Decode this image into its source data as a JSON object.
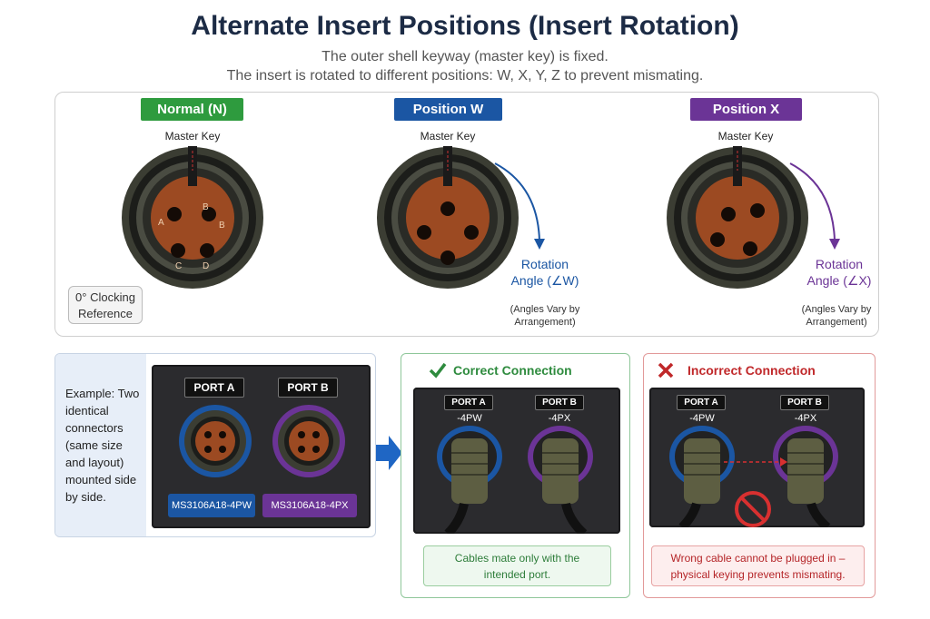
{
  "header": {
    "title": "Alternate Insert Positions (Insert Rotation)",
    "subtitle_1": "The outer shell keyway (master key) is fixed.",
    "subtitle_2": "The insert is rotated to different positions: W, X, Y, Z to prevent mismating."
  },
  "positions": [
    {
      "badge": "Normal (N)",
      "master_key": "Master Key",
      "color": "#2e9b3e",
      "pins": [
        "A",
        "B",
        "C",
        "D"
      ]
    },
    {
      "badge": "Position W",
      "master_key": "Master Key",
      "color": "#1b56a3",
      "rotation_label": "Rotation",
      "rotation_angle": "Angle (∠W)",
      "note": "(Angles Vary by Arrangement)"
    },
    {
      "badge": "Position X",
      "master_key": "Master Key",
      "color": "#6b3496",
      "rotation_label": "Rotation",
      "rotation_angle": "Angle (∠X)",
      "note": "(Angles Vary by Arrangement)"
    }
  ],
  "clocking_reference": {
    "line1": "0° Clocking",
    "line2": "Reference"
  },
  "example": {
    "text": "Example: Two identical connectors (same size and layout) mounted side by side.",
    "port_a": "PORT A",
    "port_b": "PORT B",
    "part_a": "MS3106A18-4PW",
    "part_b": "MS3106A18-4PX",
    "color_a": "#1b56a3",
    "color_b": "#6b3496"
  },
  "correct": {
    "title": "Correct Connection",
    "icon": "check-icon",
    "port_a": "PORT A",
    "port_b": "PORT B",
    "code_a": "-4PW",
    "code_b": "-4PX",
    "message_1": "Cables mate only with the",
    "message_2": "intended port.",
    "color": "#2e8b3e"
  },
  "incorrect": {
    "title": "Incorrect Connection",
    "icon": "cross-icon",
    "port_a": "PORT A",
    "port_b": "PORT B",
    "code_a": "-4PW",
    "code_b": "-4PX",
    "message_1": "Wrong cable cannot be plugged in –",
    "message_2": "physical keying prevents mismating.",
    "color": "#c0282a"
  }
}
